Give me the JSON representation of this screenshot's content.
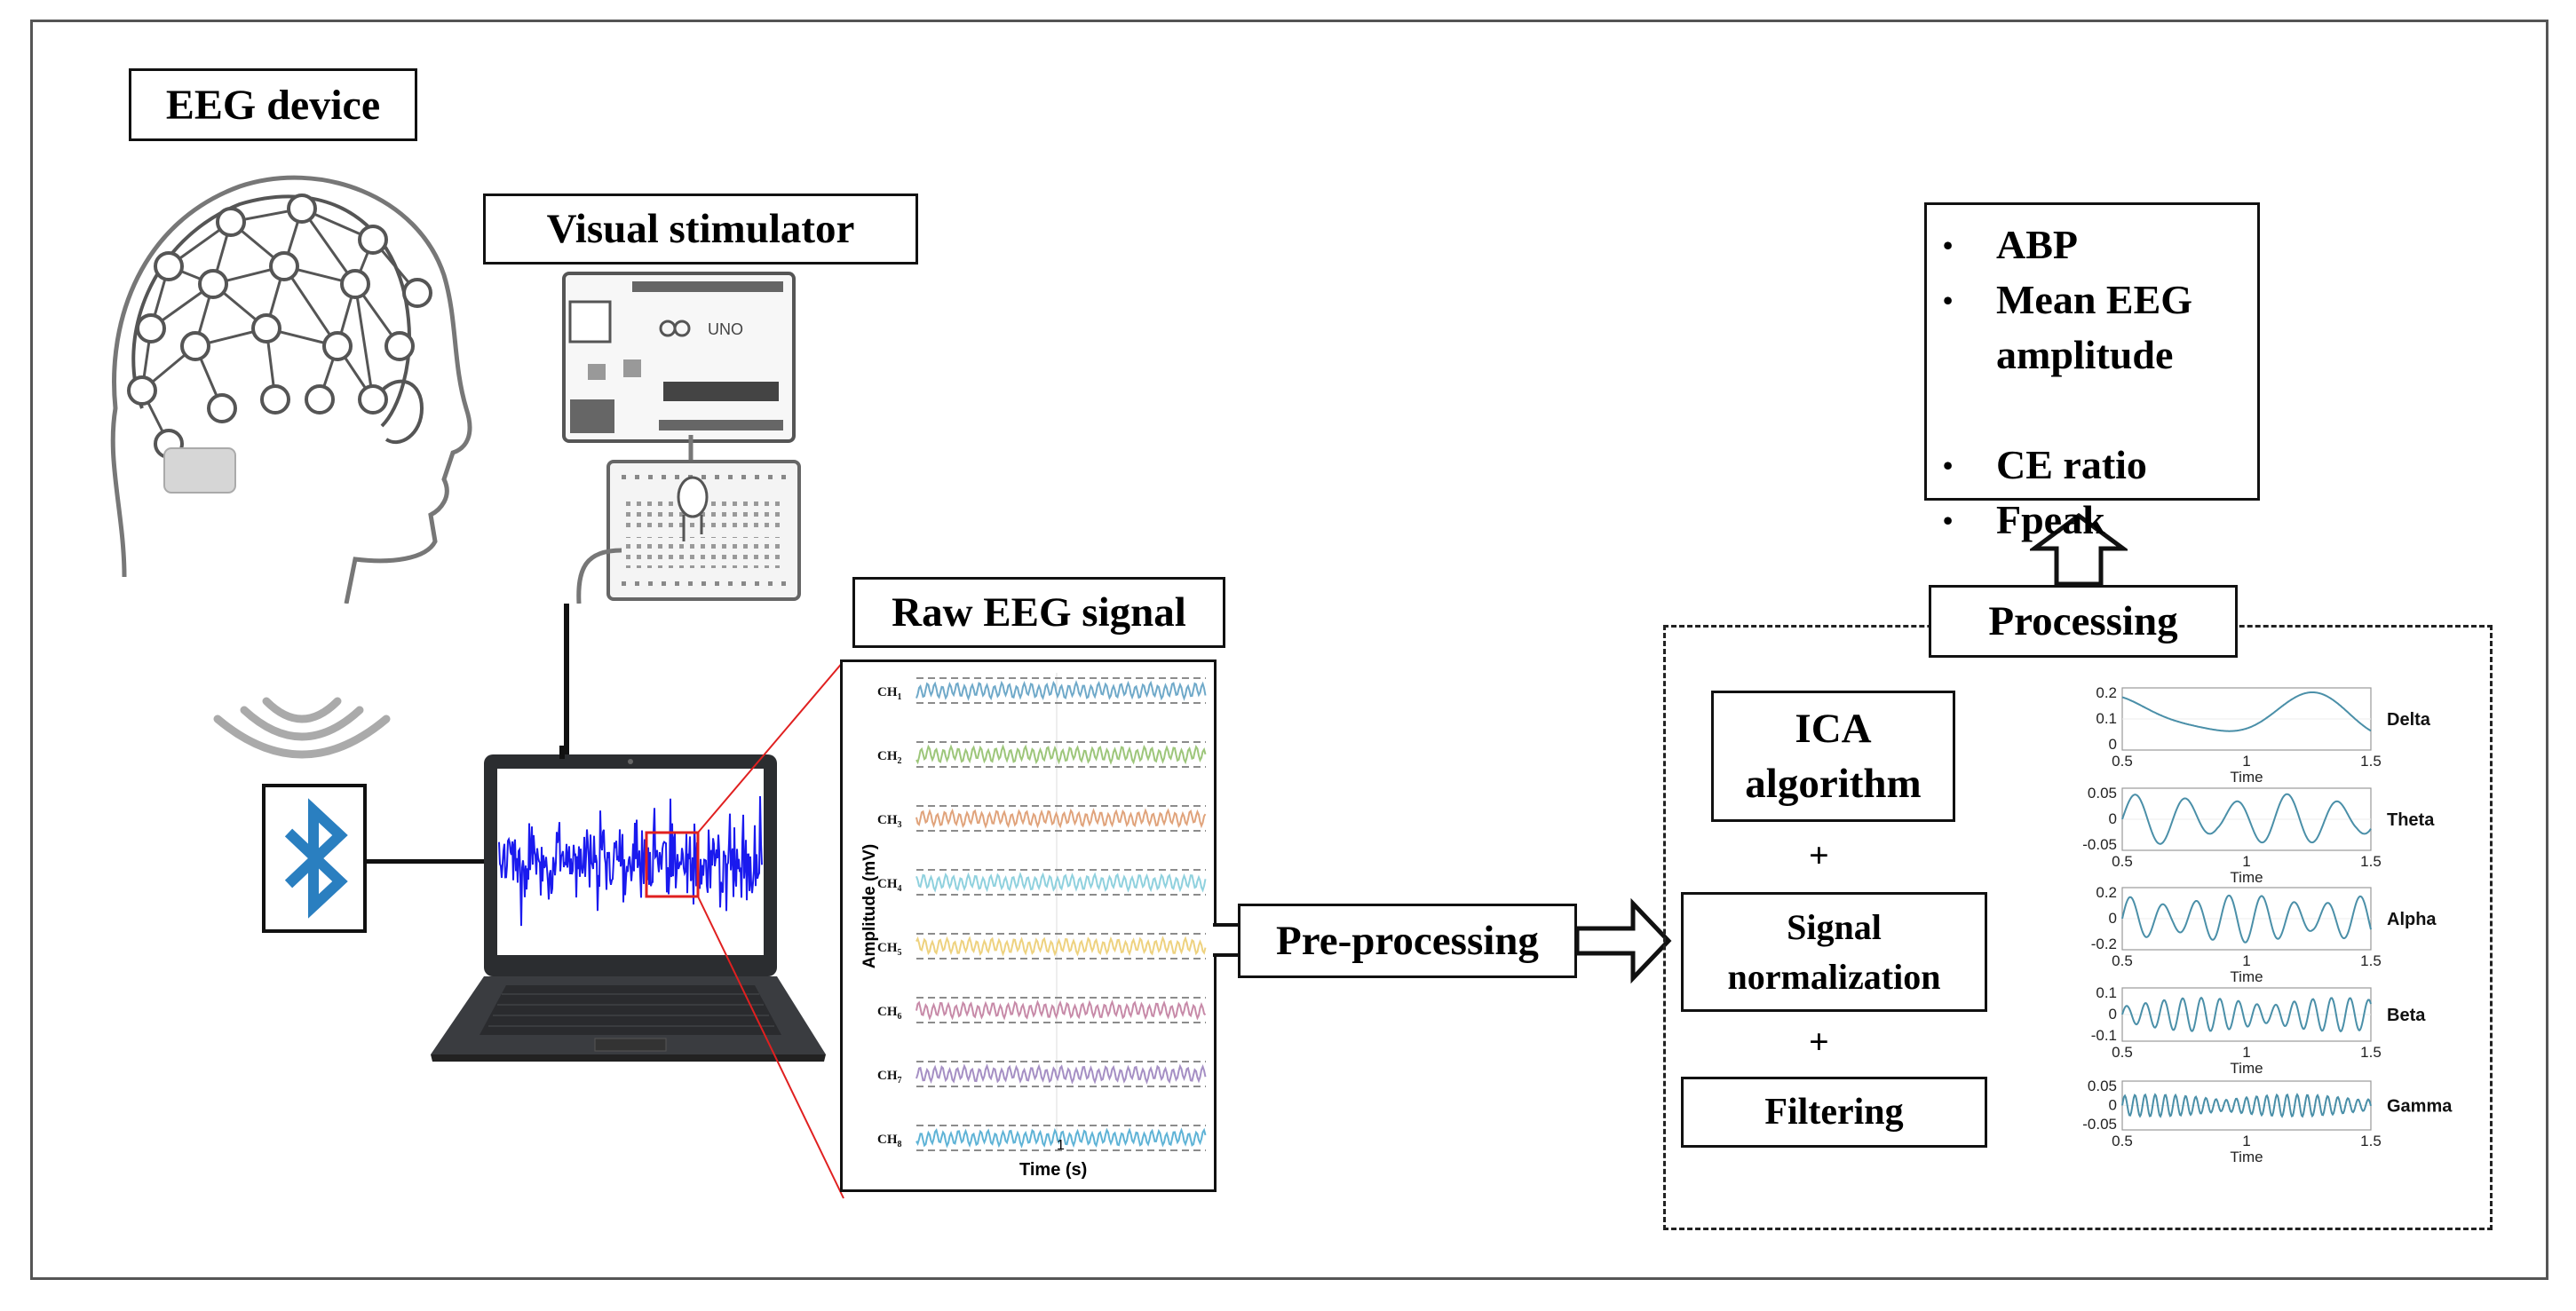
{
  "labels": {
    "eeg_device": "EEG device",
    "visual_stimulator": "Visual stimulator",
    "raw_eeg_signal": "Raw EEG signal",
    "pre_processing": "Pre-processing",
    "processing": "Processing",
    "ica": "ICA algorithm",
    "signal_normalization": "Signal normalization",
    "filtering": "Filtering",
    "plus": "+"
  },
  "outcomes": [
    "ABP",
    "Mean EEG amplitude",
    "CE ratio",
    "Fpeak"
  ],
  "raw_plot": {
    "ylabel": "Amplitude (mV)",
    "xlabel": "Time (s)",
    "xtick": "1",
    "channels": [
      {
        "name": "CH",
        "sub": "1",
        "color": "#6fa9c9"
      },
      {
        "name": "CH",
        "sub": "2",
        "color": "#9dc67a"
      },
      {
        "name": "CH",
        "sub": "3",
        "color": "#e0a37b"
      },
      {
        "name": "CH",
        "sub": "4",
        "color": "#8fd1de"
      },
      {
        "name": "CH",
        "sub": "5",
        "color": "#eed27f"
      },
      {
        "name": "CH",
        "sub": "6",
        "color": "#c78aa8"
      },
      {
        "name": "CH",
        "sub": "7",
        "color": "#a58fc4"
      },
      {
        "name": "CH",
        "sub": "8",
        "color": "#5fb3d6"
      }
    ]
  },
  "bands": [
    {
      "name": "Delta",
      "yticks": [
        "0.2",
        "0.1",
        "0"
      ],
      "xticks": [
        "0.5",
        "1",
        "1.5"
      ],
      "xlabel": "Time"
    },
    {
      "name": "Theta",
      "yticks": [
        "0.05",
        "0",
        "-0.05"
      ],
      "xticks": [
        "0.5",
        "1",
        "1.5"
      ],
      "xlabel": "Time"
    },
    {
      "name": "Alpha",
      "yticks": [
        "0.2",
        "0",
        "-0.2"
      ],
      "xticks": [
        "0.5",
        "1",
        "1.5"
      ],
      "xlabel": "Time"
    },
    {
      "name": "Beta",
      "yticks": [
        "0.1",
        "0",
        "-0.1"
      ],
      "xticks": [
        "0.5",
        "1",
        "1.5"
      ],
      "xlabel": "Time"
    },
    {
      "name": "Gamma",
      "yticks": [
        "0.05",
        "0",
        "-0.05"
      ],
      "xticks": [
        "0.5",
        "1",
        "1.5"
      ],
      "xlabel": "Time"
    }
  ],
  "colors": {
    "wave": "#4a8fa8",
    "laptop_signal": "#1a1aee",
    "bluetooth": "#2a7fc0",
    "highlight": "#e02020"
  }
}
